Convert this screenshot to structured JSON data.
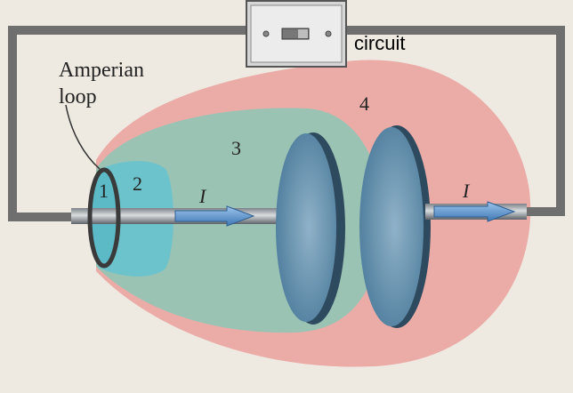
{
  "labels": {
    "switch_caption": "circuit",
    "amperian_line1": "Amperian",
    "amperian_line2": "loop",
    "region1": "1",
    "region2": "2",
    "region3": "3",
    "region4": "4",
    "current_left": "I",
    "current_right": "I"
  },
  "colors": {
    "background": "#efeae1",
    "circuit_wire": "#6f6f6f",
    "region4_fill": "#eaa6a3",
    "region3_fill": "#97c4b4",
    "region2_fill": "#69c3cd",
    "plate_face": "#5b8cac",
    "current_arrow": "#5b8fc6",
    "loop_stroke": "#3a3a3a"
  }
}
